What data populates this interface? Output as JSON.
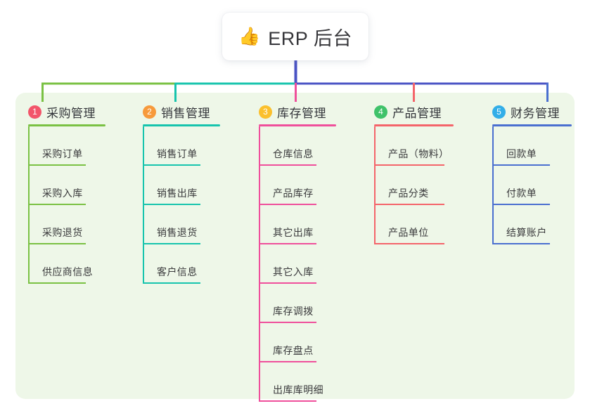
{
  "root": {
    "icon": "thumbs-up-icon",
    "icon_glyph": "👍",
    "title": "ERP 后台"
  },
  "canvas": {
    "background": "#ffffff",
    "panel_background": "#eef7e8",
    "trunk_color": "#4a53c4"
  },
  "columns": [
    {
      "index": "1",
      "title": "采购管理",
      "badge_color": "#f2556a",
      "rule_color": "#7ac143",
      "line_color": "#7ac143",
      "items": [
        "采购订单",
        "采购入库",
        "采购退货",
        "供应商信息"
      ]
    },
    {
      "index": "2",
      "title": "销售管理",
      "badge_color": "#f79a3c",
      "rule_color": "#17c4ad",
      "line_color": "#17c4ad",
      "items": [
        "销售订单",
        "销售出库",
        "销售退货",
        "客户信息"
      ]
    },
    {
      "index": "3",
      "title": "库存管理",
      "badge_color": "#fbc02d",
      "rule_color": "#ef4f9b",
      "line_color": "#ef4f9b",
      "items": [
        "仓库信息",
        "产品库存",
        "其它出库",
        "其它入库",
        "库存调拨",
        "库存盘点",
        "出库库明细"
      ]
    },
    {
      "index": "4",
      "title": "产品管理",
      "badge_color": "#3fc26a",
      "rule_color": "#f4646a",
      "line_color": "#f4646a",
      "items": [
        "产品（物料）",
        "产品分类",
        "产品单位"
      ]
    },
    {
      "index": "5",
      "title": "财务管理",
      "badge_color": "#32aee8",
      "rule_color": "#4a6fd0",
      "line_color": "#4a6fd0",
      "items": [
        "回款单",
        "付款单",
        "结算账户"
      ]
    }
  ]
}
